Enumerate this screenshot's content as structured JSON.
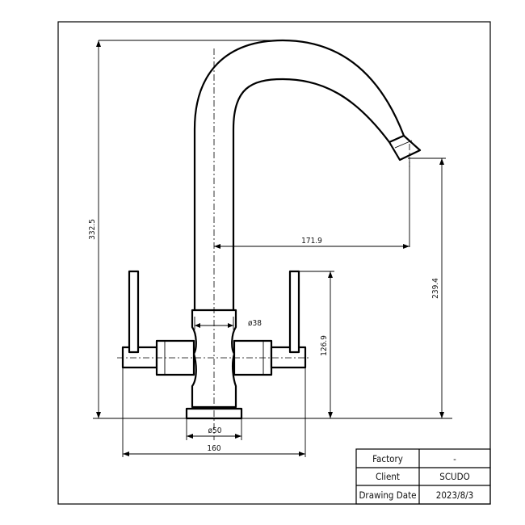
{
  "dimensions": {
    "total_height": "332.5",
    "spout_reach": "171.9",
    "spout_outlet_height": "239.4",
    "handle_height": "126.9",
    "body_diameter": "ø38",
    "base_diameter": "ø50",
    "overall_width": "160"
  },
  "title_block": {
    "rows": [
      {
        "label": "Factory",
        "value": "-"
      },
      {
        "label": "Client",
        "value": "SCUDO"
      },
      {
        "label": "Drawing Date",
        "value": "2023/8/3"
      }
    ]
  }
}
